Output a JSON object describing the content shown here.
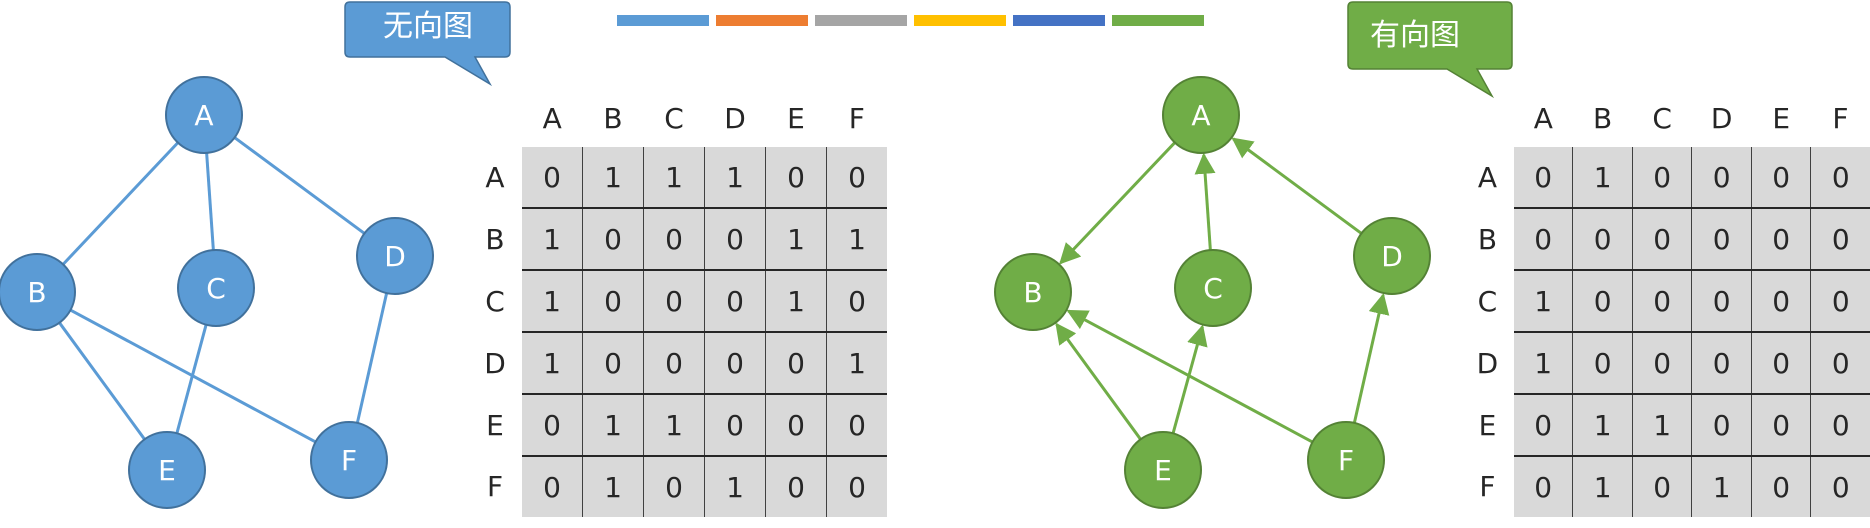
{
  "undirected": {
    "badge_label": "无向图",
    "colors": {
      "node": "#5b9bd5",
      "stroke": "#41719c",
      "edge": "#5b9bd5",
      "badge": "#5b9bd5"
    },
    "nodes": [
      "A",
      "B",
      "C",
      "D",
      "E",
      "F"
    ],
    "edges": [
      [
        "A",
        "B"
      ],
      [
        "A",
        "C"
      ],
      [
        "A",
        "D"
      ],
      [
        "B",
        "E"
      ],
      [
        "B",
        "F"
      ],
      [
        "C",
        "E"
      ],
      [
        "D",
        "F"
      ]
    ],
    "matrix": {
      "col_labels": [
        "A",
        "B",
        "C",
        "D",
        "E",
        "F"
      ],
      "row_labels": [
        "A",
        "B",
        "C",
        "D",
        "E",
        "F"
      ],
      "rows": [
        [
          "0",
          "1",
          "1",
          "1",
          "0",
          "0"
        ],
        [
          "1",
          "0",
          "0",
          "0",
          "1",
          "1"
        ],
        [
          "1",
          "0",
          "0",
          "0",
          "1",
          "0"
        ],
        [
          "1",
          "0",
          "0",
          "0",
          "0",
          "1"
        ],
        [
          "0",
          "1",
          "1",
          "0",
          "0",
          "0"
        ],
        [
          "0",
          "1",
          "0",
          "1",
          "0",
          "0"
        ]
      ]
    }
  },
  "directed": {
    "badge_label": "有向图",
    "colors": {
      "node": "#70ad47",
      "stroke": "#548235",
      "edge": "#70ad47",
      "badge": "#70ad47"
    },
    "nodes": [
      "A",
      "B",
      "C",
      "D",
      "E",
      "F"
    ],
    "edges": [
      [
        "A",
        "B"
      ],
      [
        "C",
        "A"
      ],
      [
        "D",
        "A"
      ],
      [
        "E",
        "B"
      ],
      [
        "E",
        "C"
      ],
      [
        "F",
        "B"
      ],
      [
        "F",
        "D"
      ]
    ],
    "matrix": {
      "col_labels": [
        "A",
        "B",
        "C",
        "D",
        "E",
        "F"
      ],
      "row_labels": [
        "A",
        "B",
        "C",
        "D",
        "E",
        "F"
      ],
      "rows": [
        [
          "0",
          "1",
          "0",
          "0",
          "0",
          "0"
        ],
        [
          "0",
          "0",
          "0",
          "0",
          "0",
          "0"
        ],
        [
          "1",
          "0",
          "0",
          "0",
          "0",
          "0"
        ],
        [
          "1",
          "0",
          "0",
          "0",
          "0",
          "0"
        ],
        [
          "0",
          "1",
          "1",
          "0",
          "0",
          "0"
        ],
        [
          "0",
          "1",
          "0",
          "1",
          "0",
          "0"
        ]
      ]
    }
  },
  "color_legend": [
    "#5b9bd5",
    "#ed7d31",
    "#a5a5a5",
    "#ffc000",
    "#4472c4",
    "#70ad47"
  ]
}
